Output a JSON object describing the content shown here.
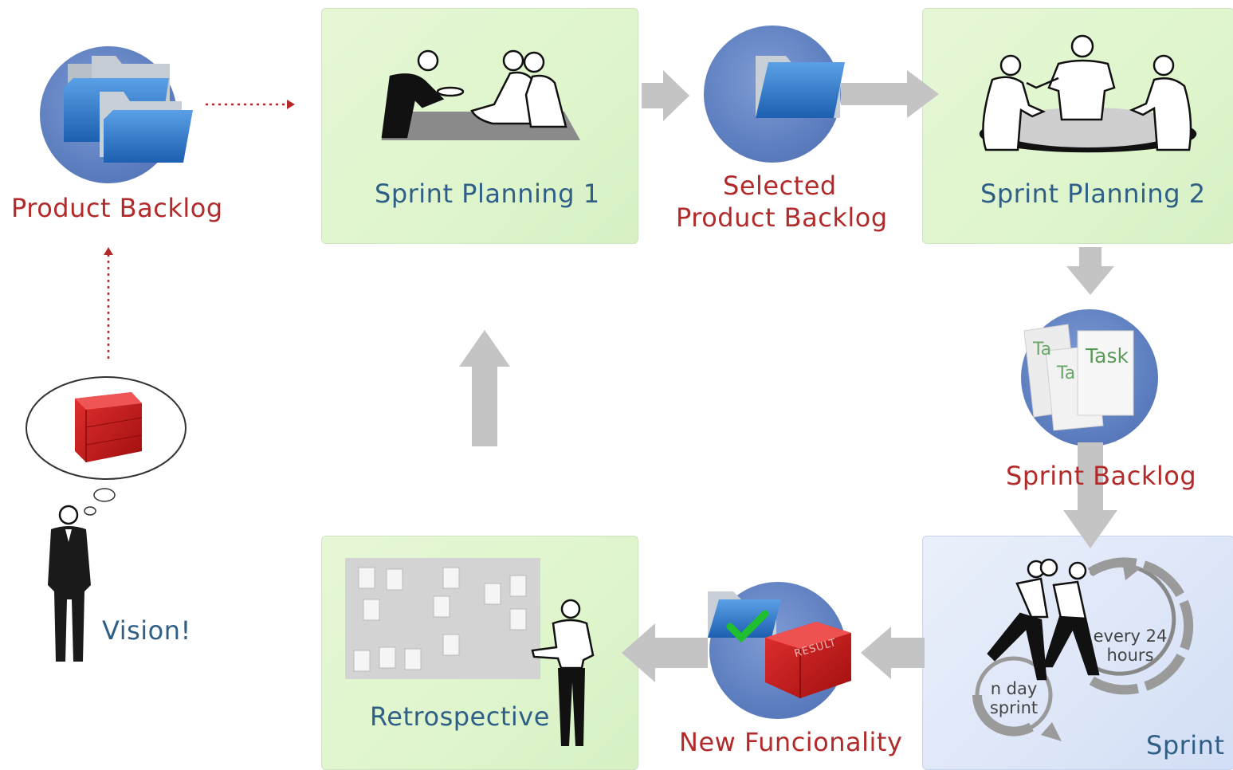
{
  "nodes": {
    "product_backlog": "Product Backlog",
    "sprint_planning_1": "Sprint Planning 1",
    "selected_product_backlog_line1": "Selected",
    "selected_product_backlog_line2": "Product Backlog",
    "sprint_planning_2": "Sprint Planning 2",
    "sprint_backlog": "Sprint Backlog",
    "sprint": "Sprint",
    "new_functionality": "New Funcionality",
    "retrospective": "Retrospective",
    "vision": "Vision!"
  },
  "sprint_cycle": {
    "daily_line1": "every 24",
    "daily_line2": "hours",
    "sprint_line1": "n day",
    "sprint_line2": "sprint"
  },
  "task_cards": {
    "card1": "Ta",
    "card2": "Ta",
    "card3": "Task"
  },
  "result_cube": "RESULT",
  "colors": {
    "panel_green": "#dff5cc",
    "panel_blue": "#dde6f8",
    "label_blue": "#2f5f86",
    "label_red": "#b22a2a",
    "arrow_gray": "#c4c4c4",
    "circle_blue": "#5e7fc0"
  }
}
